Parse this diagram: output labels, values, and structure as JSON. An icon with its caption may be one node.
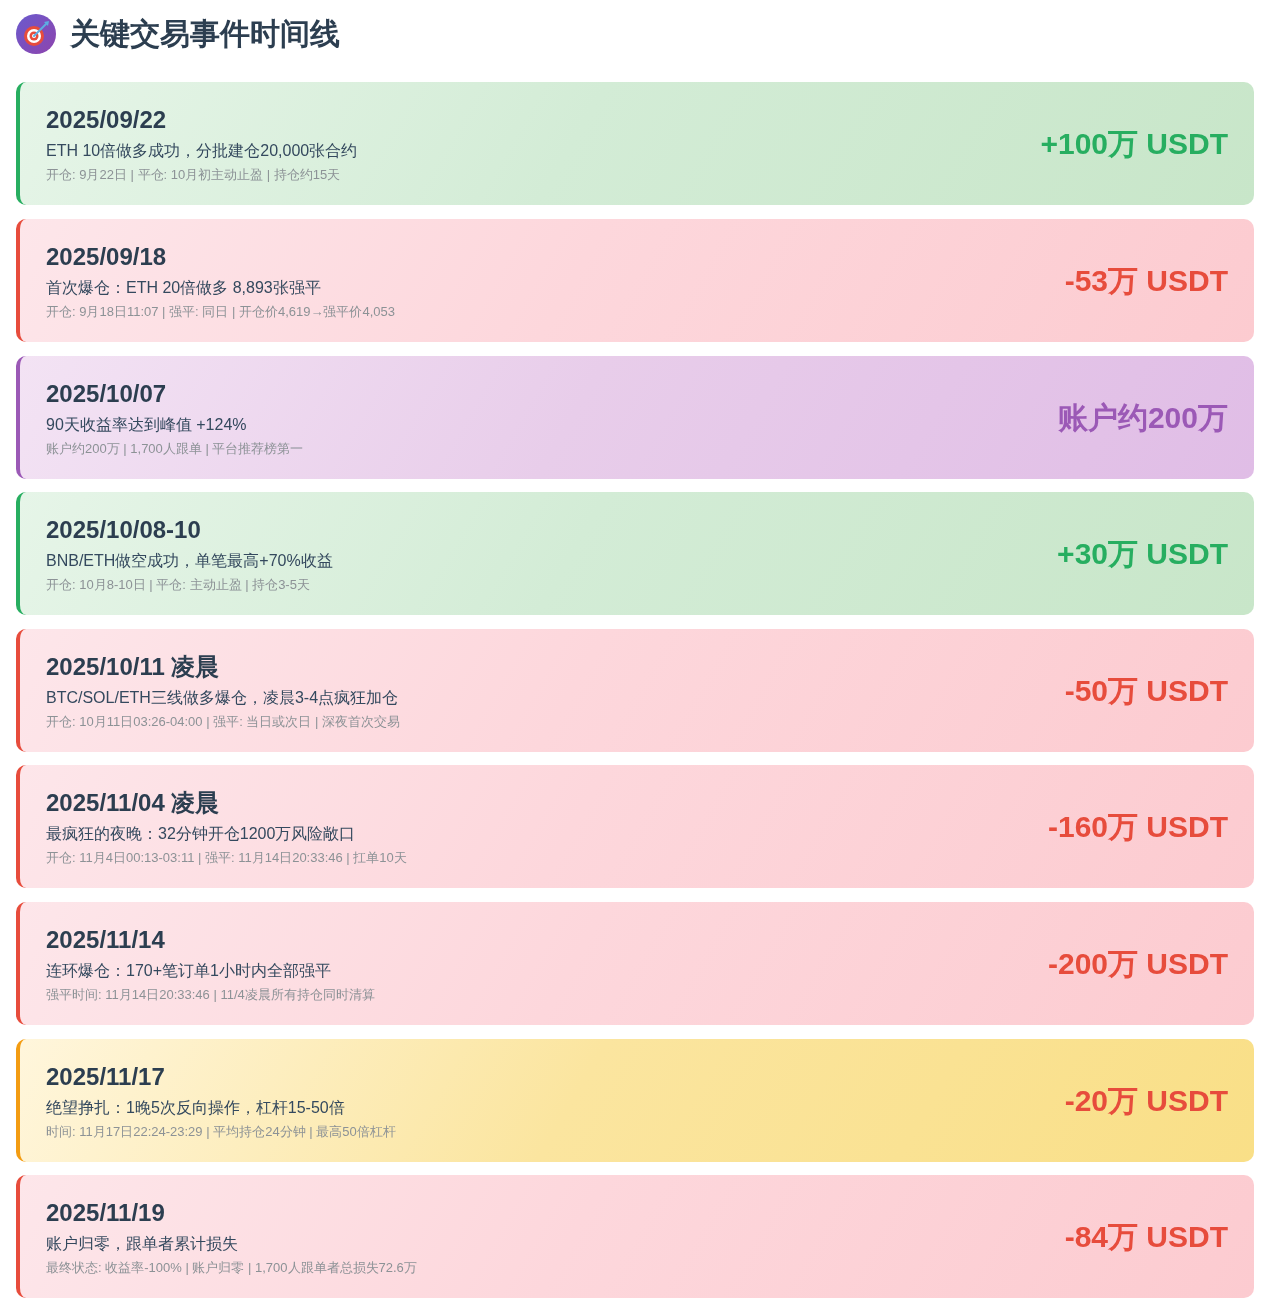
{
  "diagram": {
    "title": "关键交易事件时间线",
    "nodes": [
      {
        "text": [
          "2025/09/22",
          "ETH 10倍做多成功，分批建仓20,000张合约",
          "开仓: 9月22日 | 平仓: 10月初主动止盈 | 持仓约15天",
          "+100万 USDT"
        ]
      },
      {
        "text": [
          "2025/09/18",
          "首次爆仓：ETH 20倍做多 8,893张强平",
          "开仓: 9月18日11:07 | 强平: 同日 | 开仓价4,619→强平价4,053",
          "-53万 USDT"
        ]
      },
      {
        "text": [
          "2025/10/07",
          "90天收益率达到峰值 +124%",
          "账户约200万 | 1,700人跟单 | 平台推荐榜第一",
          "账户约200万"
        ]
      },
      {
        "text": [
          "2025/10/08-10",
          "BNB/ETH做空成功，单笔最高+70%收益",
          "开仓: 10月8-10日 | 平仓: 主动止盈 | 持仓3-5天",
          "+30万 USDT"
        ]
      },
      {
        "text": [
          "2025/10/11 凌晨",
          "BTC/SOL/ETH三线做多爆仓，凌晨3-4点疯狂加仓",
          "开仓: 10月11日03:26-04:00 | 强平: 当日或次日 | 深夜首次交易",
          "-50万 USDT"
        ]
      },
      {
        "text": [
          "2025/11/04 凌晨",
          "最疯狂的夜晚：32分钟开仓1200万风险敞口",
          "开仓: 11月4日00:13-03:11 | 强平: 11月14日20:33:46 | 扛单10天",
          "-160万 USDT"
        ]
      },
      {
        "text": [
          "2025/11/14",
          "连环爆仓：170+笔订单1小时内全部强平",
          "强平时间: 11月14日20:33:46 | 11/4凌晨所有持仓同时清算",
          "-200万 USDT"
        ]
      },
      {
        "text": [
          "2025/11/17",
          "绝望挣扎：1晚5次反向操作，杠杆15-50倍",
          "时间: 11月17日22:24-23:29 | 平均持仓24分钟 | 最高50倍杠杆",
          "-20万 USDT"
        ]
      },
      {
        "text": [
          "2025/11/19",
          "账户归零，跟单者累计损失",
          "最终状态: 收益率-100% | 账户归零 | 1,700人跟单者总损失72.6万",
          "-84万 USDT"
        ]
      }
    ]
  }
}
